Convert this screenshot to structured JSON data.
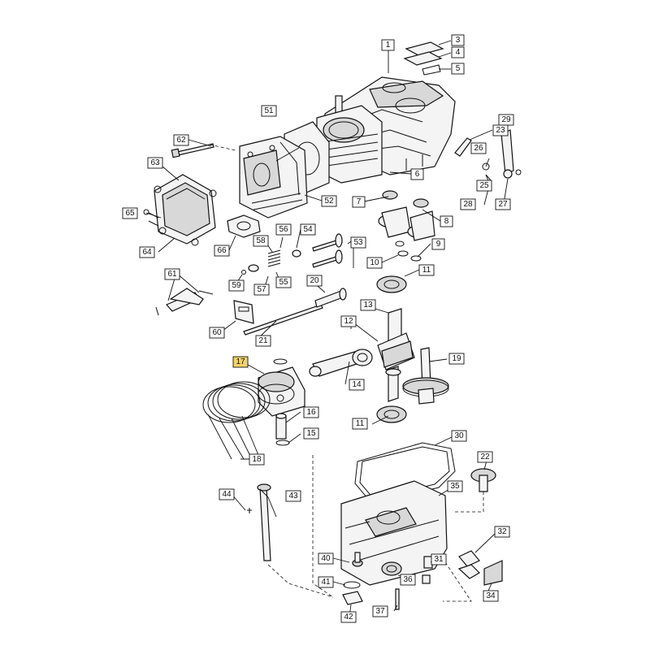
{
  "diagram": {
    "title": "",
    "highlight_color": "#f2d36a",
    "highlighted_part": "17",
    "callouts": [
      "1",
      "3",
      "4",
      "5",
      "6",
      "7",
      "8",
      "9",
      "10",
      "11",
      "12",
      "13",
      "14",
      "15",
      "16",
      "17",
      "18",
      "19",
      "20",
      "21",
      "22",
      "23",
      "25",
      "26",
      "27",
      "28",
      "29",
      "30",
      "31",
      "32",
      "34",
      "35",
      "36",
      "37",
      "40",
      "41",
      "42",
      "43",
      "44",
      "51",
      "52",
      "53",
      "54",
      "55",
      "56",
      "57",
      "58",
      "59",
      "60",
      "61",
      "62",
      "63",
      "64",
      "65",
      "66"
    ]
  }
}
